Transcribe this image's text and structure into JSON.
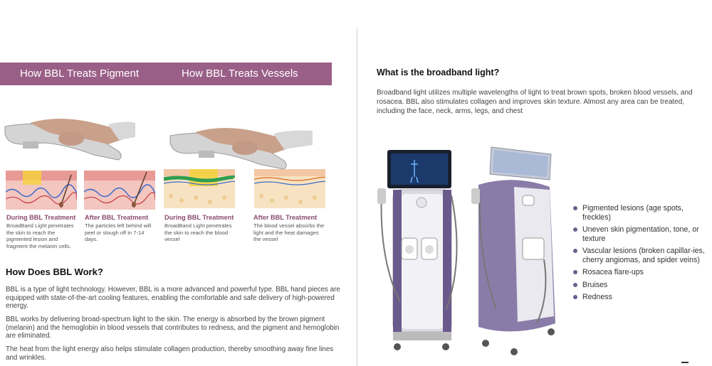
{
  "banner": {
    "pigment_title": "How BBL Treats Pigment",
    "vessels_title": "How BBL Treats Vessels",
    "color": "#9a5f86"
  },
  "stages": [
    {
      "title": "During BBL Treatment",
      "desc": "BroadBand Light penetrates the skin to reach the pigmented lesion and fragment the melanin cells."
    },
    {
      "title": "After BBL Treatment",
      "desc": "The particles left behind will peel or slough off in 7-14 days."
    },
    {
      "title": "During BBL Treatment",
      "desc": "BroadBand Light penetrates the skin to reach the blood vessel"
    },
    {
      "title": "After BBL Treatment",
      "desc": "The blood vessel absorbs the light and the heat damages the vessel"
    }
  ],
  "how": {
    "heading": "How Does BBL Work?",
    "paragraphs": [
      "BBL is a type of light technology. However, BBL is a more advanced and powerful type. BBL hand pieces are equipped with state-of-the-art cooling features, enabling the comfortable and safe delivery of high-powered energy.",
      "BBL works by delivering broad-spectrum light to the skin. The energy is absorbed by the brown pigment (melanin) and the hemoglobin in blood vessels that contributes to redness, and the pigment and hemoglobin are eliminated.",
      "The heat from the light energy also helps stimulate collagen production, thereby smoothing away fine lines and wrinkles."
    ]
  },
  "what": {
    "heading": "What is the broadband light?",
    "intro": "Broadband light utilizes multiple wavelengths of light to treat brown spots, broken blood vessels, and rosacea. BBL also stimulates collagen and improves skin texture. Almost any area can be treated, including the face, neck, arms, legs, and chest"
  },
  "conditions": [
    "Pigmented lesions (age spots, freckles)",
    "Uneven skin pigmentation, tone, or texture",
    "Vascular lesions (broken capillar-ies, cherry angiomas, and spider veins)",
    "Rosacea flare-ups",
    "Bruises",
    "Redness"
  ],
  "colors": {
    "accent": "#9a5f86",
    "bullet": "#6e5e8c",
    "stage_title": "#8a4a6e"
  }
}
